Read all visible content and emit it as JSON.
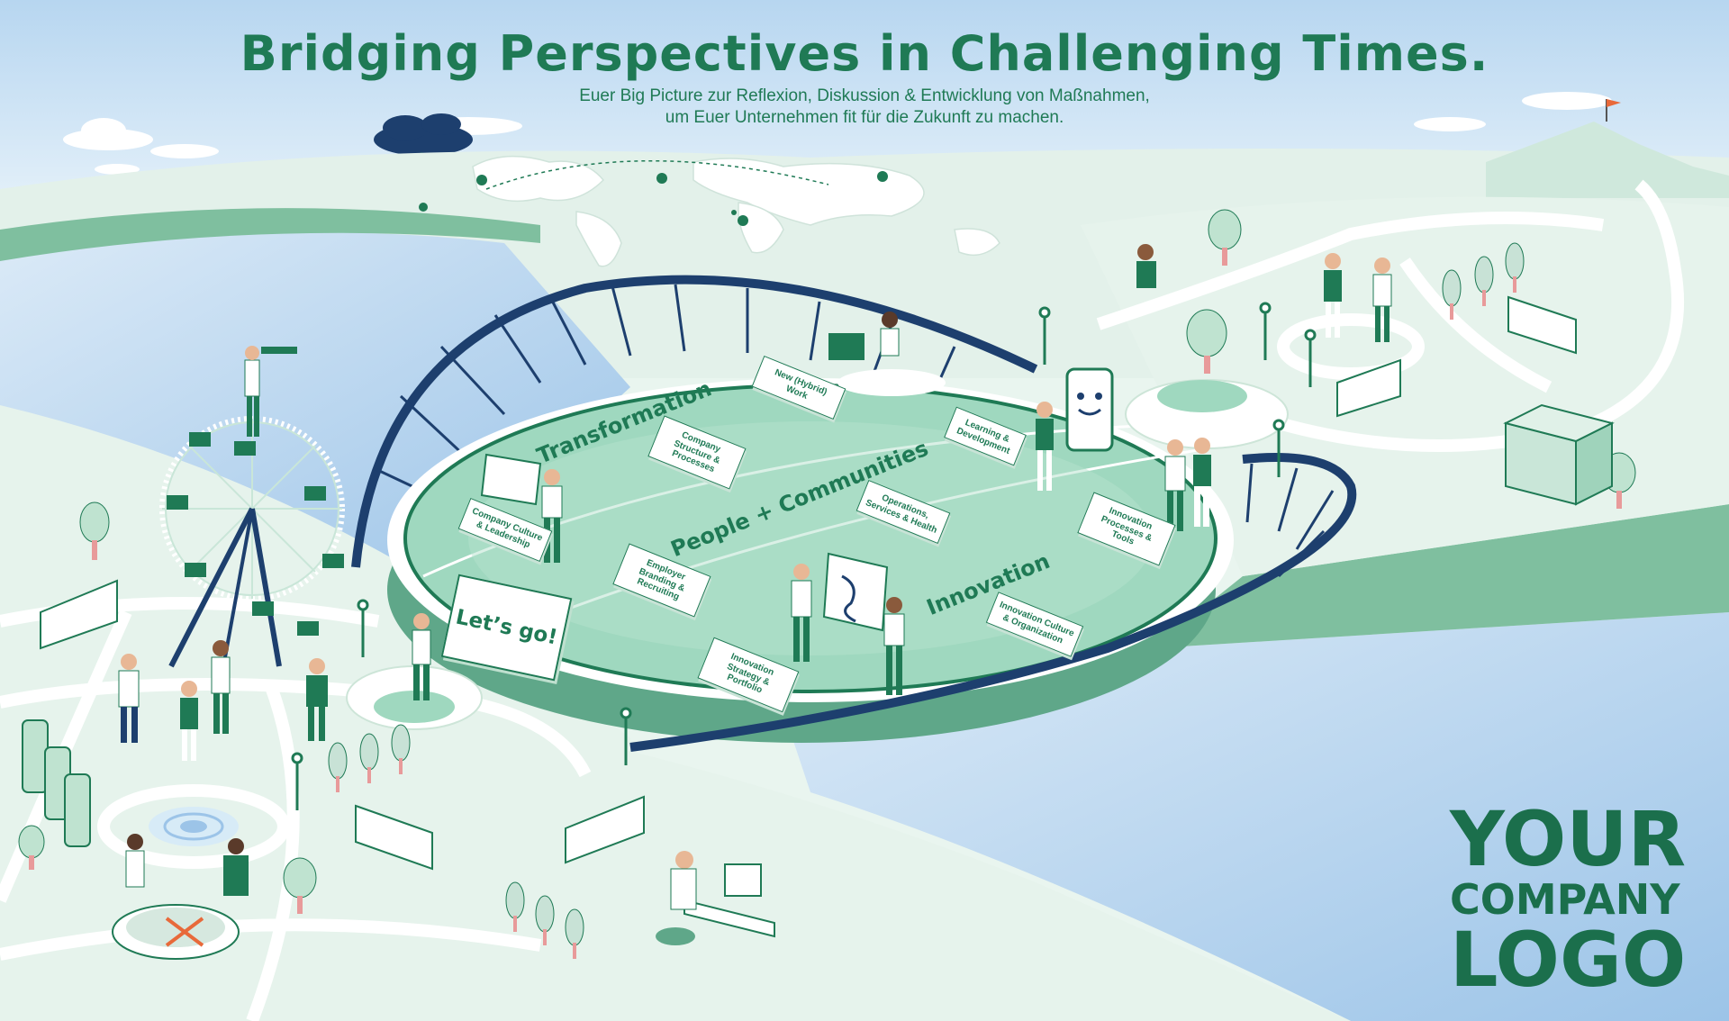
{
  "header": {
    "title": "Bridging Perspectives in Challenging Times.",
    "subtitle_line1": "Euer Big Picture zur Reflexion, Diskussion & Entwicklung von Maßnahmen,",
    "subtitle_line2": "um Euer Unternehmen fit für die Zukunft zu machen."
  },
  "bridge": {
    "areas": {
      "transformation": "Transformation",
      "people": "People + Communities",
      "innovation": "Innovation"
    },
    "signs": {
      "company_culture": "Company Culture & Leadership",
      "company_structure": "Company Structure & Processes",
      "hybrid_work": "New (Hybrid) Work",
      "learning": "Learning & Development",
      "employer_branding": "Employer Branding & Recruiting",
      "operations": "Operations, Services & Health",
      "innovation_processes": "Innovation Processes & Tools",
      "innovation_strategy": "Innovation Strategy & Portfolio",
      "innovation_culture": "Innovation Culture & Organization"
    },
    "lets_go": "Let’s go!"
  },
  "logo": {
    "line1": "YOUR",
    "line2": "COMPANY",
    "line3": "LOGO"
  },
  "colors": {
    "brand_green": "#1f7a55",
    "bridge_navy": "#1d3f6e",
    "water": "#a9cdea",
    "deck": "#9fd8bf",
    "ground": "#e9f5ef",
    "sky": "#cfe4f5"
  }
}
